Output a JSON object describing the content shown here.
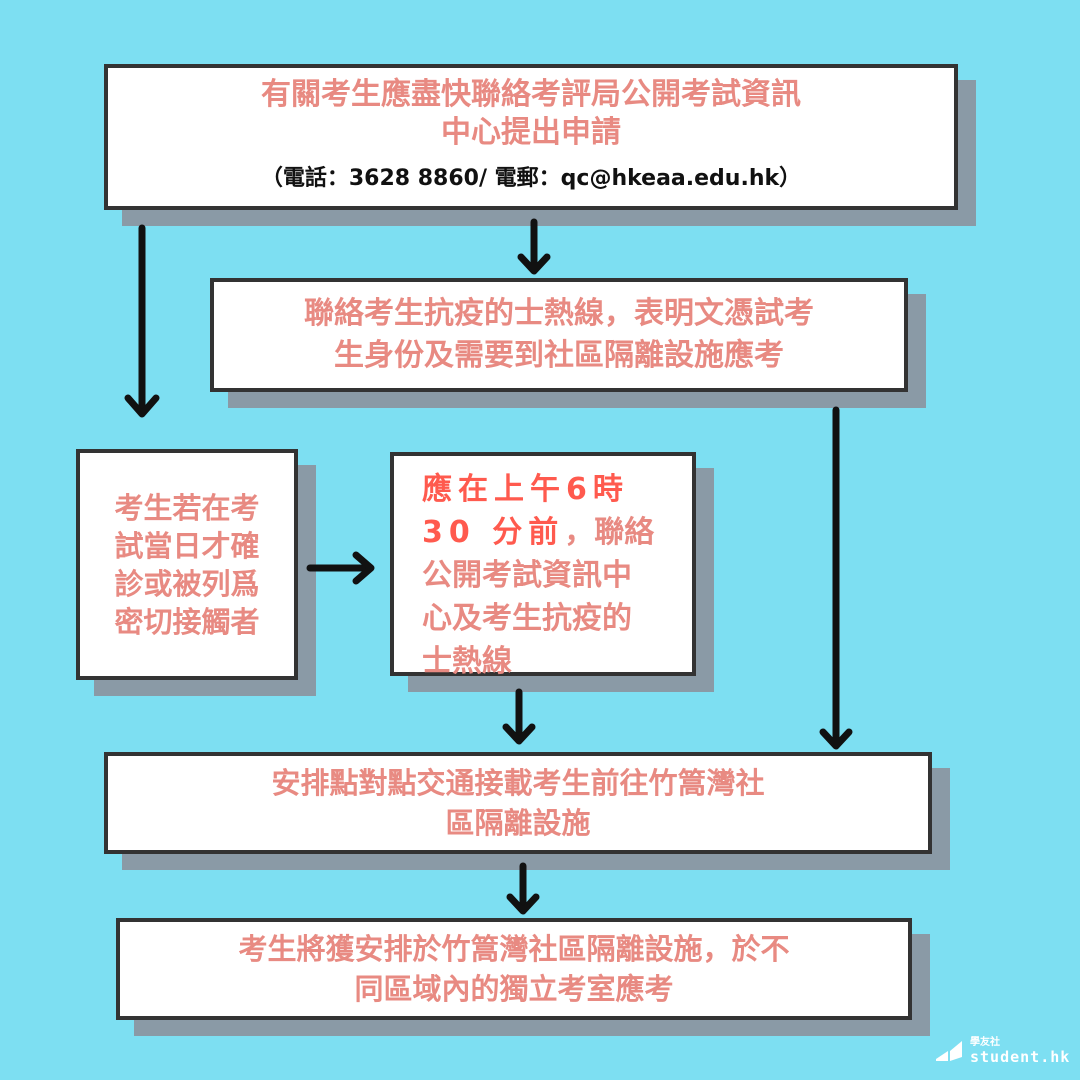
{
  "flowchart": {
    "step1": {
      "lines": [
        "有關考生應盡快聯絡考評局公開考試資訊",
        "中心提出申請"
      ],
      "contact": "（電話：3628 8860/ 電郵：qc@hkeaa.edu.hk）"
    },
    "step2": {
      "lines": [
        "聯絡考生抗疫的士熱線，表明文憑試考",
        "生身份及需要到社區隔離設施應考"
      ]
    },
    "condition": {
      "lines": [
        "考生若在考",
        "試當日才確",
        "診或被列爲",
        "密切接觸者"
      ]
    },
    "urgent": {
      "highlight_lines": [
        "應在上午6時",
        "30 分前"
      ],
      "rest_first": "，聯絡",
      "lines": [
        "公開考試資訊中",
        "心及考生抗疫的",
        "士熱線"
      ]
    },
    "step3": {
      "lines": [
        "安排點對點交通接載考生前往竹篙灣社",
        "區隔離設施"
      ]
    },
    "step4": {
      "lines": [
        "考生將獲安排於竹篙灣社區隔離設施，於不",
        "同區域內的獨立考室應考"
      ]
    }
  },
  "colors": {
    "background": "#7ddff2",
    "text": "#e88a82",
    "highlight": "#ff5a4e",
    "border": "#333333",
    "shadow": "#8a9aa6"
  },
  "logo": {
    "small_text": "學友社",
    "site": "student.hk",
    "icon": "book-icon"
  }
}
